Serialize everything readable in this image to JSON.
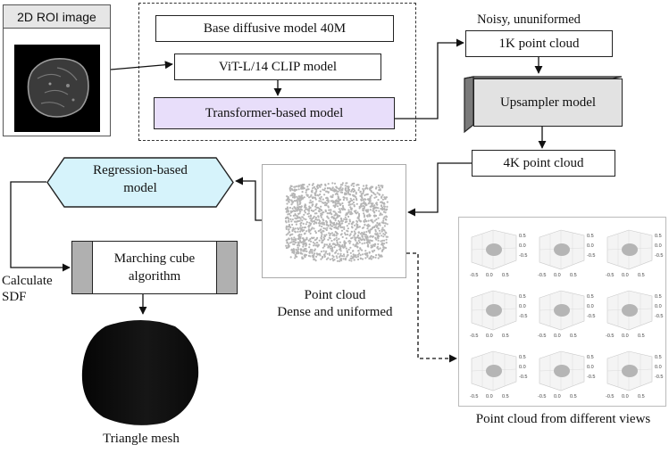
{
  "roi": {
    "title": "2D ROI image"
  },
  "generator": {
    "base_model": "Base diffusive model 40M",
    "clip_model": "ViT-L/14 CLIP model",
    "transformer_model": "Transformer-based model"
  },
  "upsampling": {
    "noisy_caption": "Noisy, ununiformed",
    "cloud_1k": "1K point cloud",
    "upsampler": "Upsampler model",
    "cloud_4k": "4K point cloud"
  },
  "regression": {
    "label_line1": "Regression-based",
    "label_line2": "model"
  },
  "sdf": {
    "label_line1": "Calculate",
    "label_line2": "SDF"
  },
  "marching": {
    "label_line1": "Marching cube",
    "label_line2": "algorithm"
  },
  "mesh": {
    "caption": "Triangle mesh"
  },
  "dense_cloud": {
    "caption_line1": "Point cloud",
    "caption_line2": "Dense and uniformed"
  },
  "views": {
    "caption": "Point cloud from different views",
    "tick_labels": [
      "0.5",
      "0.0",
      "-0.5"
    ]
  },
  "colors": {
    "transformer_fill": "#e8defa",
    "hexagon_fill": "#d6f3fb",
    "upsampler_fill": "#e2e2e2",
    "point_color": "#b5b5b5",
    "mesh_color": "#0a0a0a"
  }
}
